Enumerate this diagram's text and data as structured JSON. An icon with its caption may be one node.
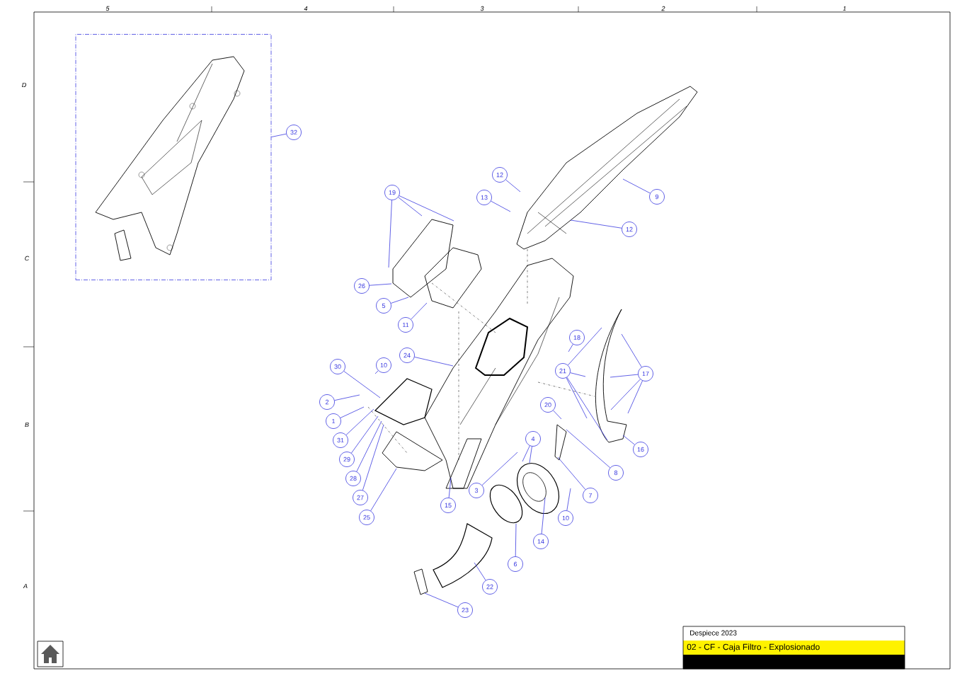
{
  "diagram": {
    "nodes": [
      {
        "text": [],
        "shape": "box"
      },
      {
        "text": [
          "32"
        ]
      },
      {
        "text": [
          "19"
        ]
      },
      {
        "text": [
          "26"
        ]
      },
      {
        "text": [
          "5"
        ]
      },
      {
        "text": [
          "11"
        ]
      },
      {
        "text": [
          "24"
        ]
      },
      {
        "text": [
          "30"
        ]
      },
      {
        "text": [
          "10"
        ]
      },
      {
        "text": [
          "2"
        ]
      },
      {
        "text": [
          "1"
        ]
      },
      {
        "text": [
          "31"
        ]
      },
      {
        "text": [
          "29"
        ]
      },
      {
        "text": [
          "28"
        ]
      },
      {
        "text": [
          "27"
        ]
      },
      {
        "text": [
          "25"
        ]
      },
      {
        "text": [
          "15"
        ]
      },
      {
        "text": [
          "3"
        ]
      },
      {
        "text": [
          "4"
        ]
      },
      {
        "text": [
          "14"
        ]
      },
      {
        "text": [
          "6"
        ]
      },
      {
        "text": [
          "22"
        ]
      },
      {
        "text": [
          "23"
        ]
      },
      {
        "text": [
          "10"
        ]
      },
      {
        "text": [
          "7"
        ]
      },
      {
        "text": [
          "8"
        ]
      },
      {
        "text": [
          "20"
        ]
      },
      {
        "text": [
          "16"
        ]
      },
      {
        "text": [
          "17"
        ]
      },
      {
        "text": [
          "21"
        ]
      },
      {
        "text": [
          "18"
        ]
      },
      {
        "text": [
          "12"
        ]
      },
      {
        "text": [
          "13"
        ]
      },
      {
        "text": [
          "12"
        ]
      },
      {
        "text": [
          "9"
        ]
      }
    ],
    "edges": [
      {
        "from": 1,
        "to": 0,
        "arrow": "none"
      },
      {
        "from": 2,
        "to": null,
        "arrow": "none"
      },
      {
        "from": 2,
        "to": null,
        "arrow": "none"
      },
      {
        "from": 2,
        "to": null,
        "arrow": "none"
      },
      {
        "from": 3,
        "to": null,
        "arrow": "none"
      },
      {
        "from": 4,
        "to": null,
        "arrow": "none"
      },
      {
        "from": 5,
        "to": null,
        "arrow": "none"
      },
      {
        "from": 6,
        "to": null,
        "arrow": "none"
      },
      {
        "from": 7,
        "to": null,
        "arrow": "none"
      },
      {
        "from": 8,
        "to": null,
        "arrow": "none"
      },
      {
        "from": 9,
        "to": null,
        "arrow": "none"
      },
      {
        "from": 10,
        "to": null,
        "arrow": "none"
      },
      {
        "from": 11,
        "to": null,
        "arrow": "none"
      },
      {
        "from": 12,
        "to": null,
        "arrow": "none"
      },
      {
        "from": 13,
        "to": null,
        "arrow": "none"
      },
      {
        "from": 14,
        "to": null,
        "arrow": "none"
      },
      {
        "from": 15,
        "to": null,
        "arrow": "none"
      },
      {
        "from": 16,
        "to": null,
        "arrow": "none"
      },
      {
        "from": 17,
        "to": null,
        "arrow": "none"
      },
      {
        "from": 18,
        "to": null,
        "arrow": "none"
      },
      {
        "from": 18,
        "to": null,
        "arrow": "none"
      },
      {
        "from": 19,
        "to": null,
        "arrow": "none"
      },
      {
        "from": 20,
        "to": null,
        "arrow": "none"
      },
      {
        "from": 21,
        "to": null,
        "arrow": "none"
      },
      {
        "from": 22,
        "to": null,
        "arrow": "none"
      },
      {
        "from": 23,
        "to": null,
        "arrow": "none"
      },
      {
        "from": 24,
        "to": null,
        "arrow": "none"
      },
      {
        "from": 25,
        "to": null,
        "arrow": "none"
      },
      {
        "from": 26,
        "to": null,
        "arrow": "none"
      },
      {
        "from": 27,
        "to": null,
        "arrow": "none"
      },
      {
        "from": 28,
        "to": null,
        "arrow": "none"
      },
      {
        "from": 28,
        "to": null,
        "arrow": "none"
      },
      {
        "from": 28,
        "to": null,
        "arrow": "none"
      },
      {
        "from": 28,
        "to": null,
        "arrow": "none"
      },
      {
        "from": 29,
        "to": null,
        "arrow": "none"
      },
      {
        "from": 29,
        "to": null,
        "arrow": "none"
      },
      {
        "from": 29,
        "to": null,
        "arrow": "none"
      },
      {
        "from": 29,
        "to": null,
        "arrow": "none"
      },
      {
        "from": 30,
        "to": null,
        "arrow": "none"
      },
      {
        "from": 31,
        "to": null,
        "arrow": "none"
      },
      {
        "from": 32,
        "to": null,
        "arrow": "none"
      },
      {
        "from": 33,
        "to": null,
        "arrow": "none"
      },
      {
        "from": 34,
        "to": null,
        "arrow": "none"
      }
    ],
    "labels": [
      "5",
      "4",
      "3",
      "2",
      "1",
      "D",
      "C",
      "B",
      "A",
      "Despiece 2023",
      "02 - CF - Caja Filtro - Explosionado"
    ]
  }
}
